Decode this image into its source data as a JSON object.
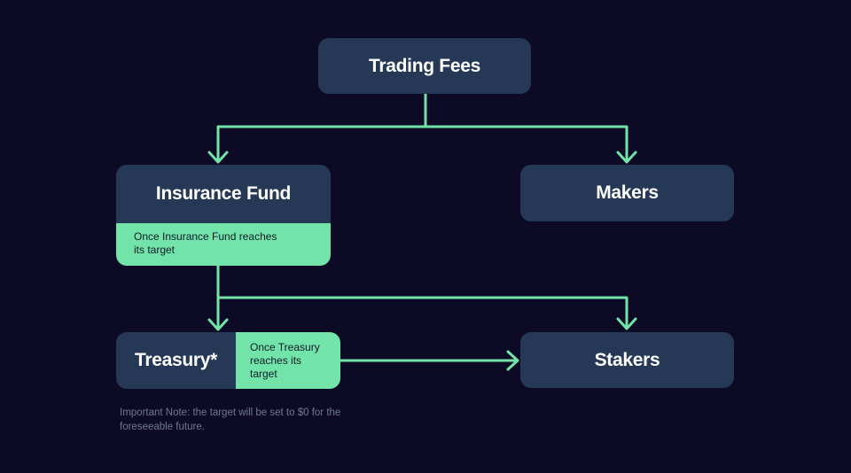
{
  "diagram": {
    "nodes": {
      "trading_fees": {
        "label": "Trading Fees"
      },
      "insurance_fund": {
        "label": "Insurance Fund",
        "condition": "Once Insurance Fund reaches its target"
      },
      "makers": {
        "label": "Makers"
      },
      "treasury": {
        "label": "Treasury*",
        "condition": "Once Treasury reaches its target"
      },
      "stakers": {
        "label": "Stakers"
      }
    },
    "note": "Important Note: the target will be set to $0 for the foreseeable future.",
    "edges": [
      {
        "from": "trading_fees",
        "to": "insurance_fund"
      },
      {
        "from": "trading_fees",
        "to": "makers"
      },
      {
        "from": "insurance_fund",
        "to": "treasury"
      },
      {
        "from": "insurance_fund",
        "to": "stakers"
      },
      {
        "from": "treasury",
        "to": "stakers"
      }
    ]
  },
  "colors": {
    "background": "#0c0a24",
    "node": "#253957",
    "accent": "#72e3a9",
    "note": "#6f7a92"
  }
}
